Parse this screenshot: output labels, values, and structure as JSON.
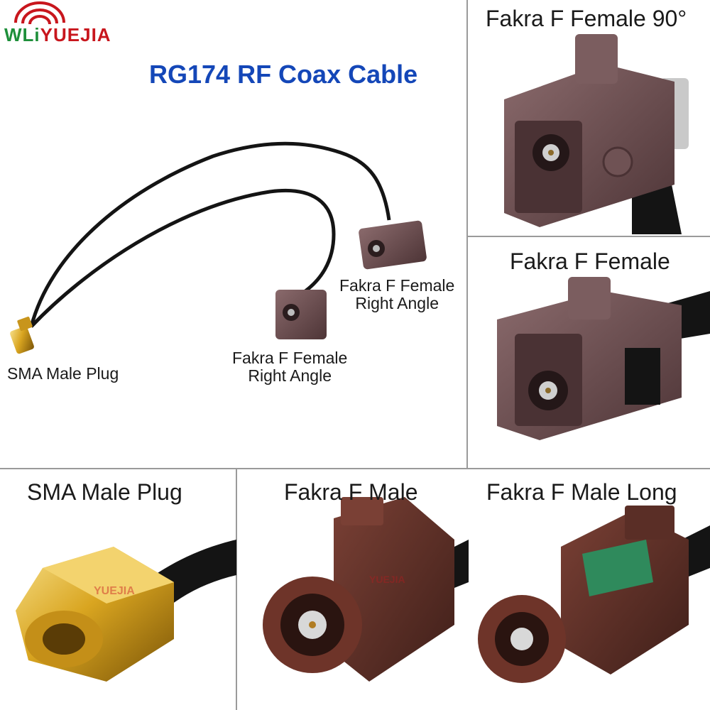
{
  "logo": {
    "part_a": "WLi",
    "part_b": "YUEJIA"
  },
  "title": "RG174 RF Coax Cable",
  "callouts": {
    "sma_plug": "SMA Male Plug",
    "fakra_upper": [
      "Fakra F Female",
      "Right Angle"
    ],
    "fakra_lower": [
      "Fakra F Female",
      "Right Angle"
    ]
  },
  "panels": {
    "female_90": "Fakra F Female 90°",
    "female": "Fakra F Female",
    "sma_male": "SMA Male Plug",
    "male": "Fakra F Male",
    "male_long": "Fakra F Male Long"
  },
  "watermark": "YUEJIA",
  "colors": {
    "title_blue": "#1447b8",
    "fakra_brown": "#5a2e26",
    "fakra_violet_brown": "#6b4a4c",
    "gold": "#d9a520",
    "cable": "#141414",
    "divider": "#9a9a9a"
  }
}
